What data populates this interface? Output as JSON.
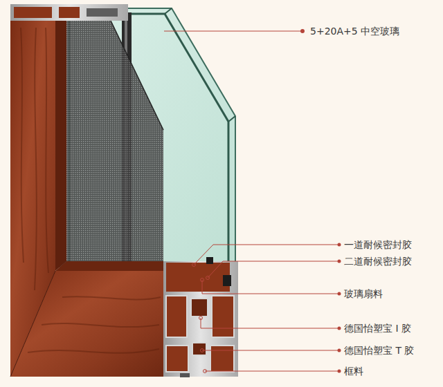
{
  "diagram": {
    "labels": [
      "5+20A+5 中空玻璃",
      "一道耐候密封胶",
      "二道耐候密封胶",
      "玻璃扇料",
      "德国怡塑宝 I 胶",
      "德国怡塑宝 T 胶",
      "框料"
    ]
  }
}
